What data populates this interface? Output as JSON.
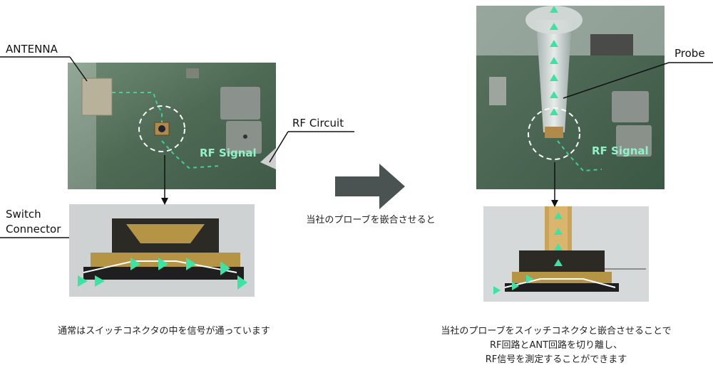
{
  "labels": {
    "antenna": "ANTENNA",
    "rf_circuit": "RF Circuit",
    "switch_connector_line1": "Switch",
    "switch_connector_line2": "Connector",
    "probe": "Probe",
    "rf_signal_left": "RF Signal",
    "rf_signal_right": "RF Signal"
  },
  "captions": {
    "middle": "当社のプローブを嵌合させると",
    "left": "通常はスイッチコネクタの中を信号が通っています",
    "right_lines": [
      "当社のプローブをスイッチコネクタと嵌合させることで",
      "RF回路とANT回路を切り離し、",
      "RF信号を測定することができます"
    ]
  },
  "colors": {
    "pcb": "#4f6a52",
    "signal": "#3de3a2",
    "arrow": "#4a5352"
  }
}
